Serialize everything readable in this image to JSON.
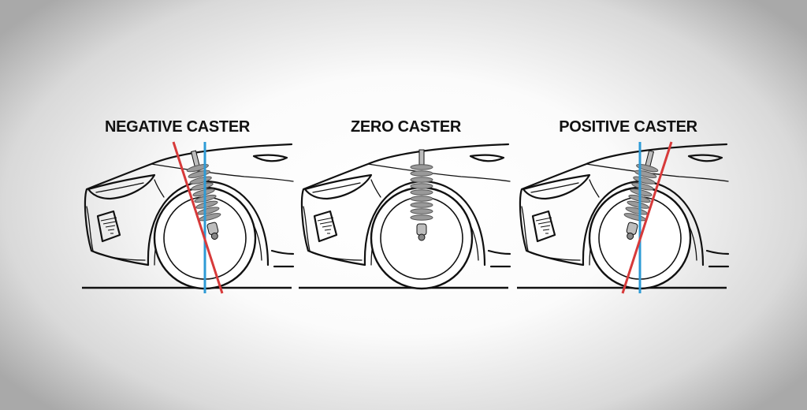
{
  "titles": {
    "negative": "NEGATIVE CASTER",
    "zero": "ZERO CASTER",
    "positive": "POSITIVE CASTER"
  },
  "colors": {
    "line": "#111111",
    "spring": "#9a9a9a",
    "true_vertical": "#2e9bd6",
    "caster_axis": "#d73a3a"
  }
}
